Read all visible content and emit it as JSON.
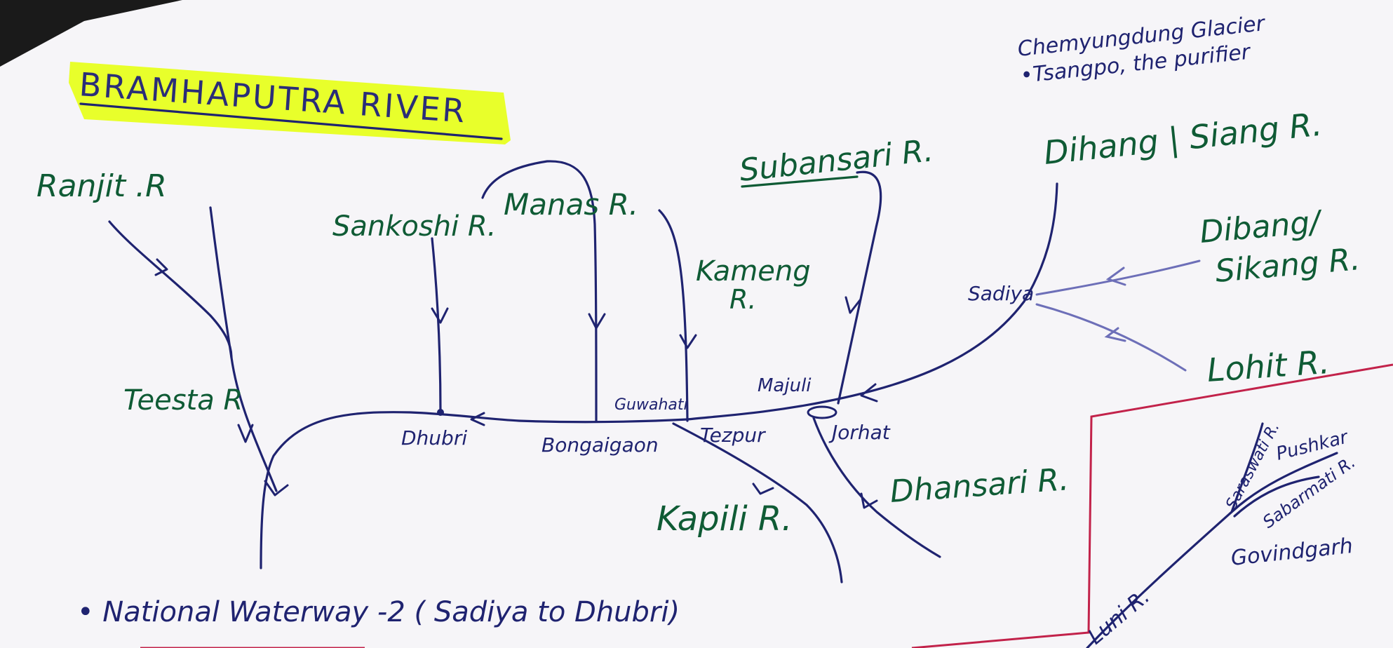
{
  "title": "BRAMHAPUTRA RIVER",
  "source_note": {
    "line1": "Chemyungdung Glacier",
    "line2": "•Tsangpo, the purifier"
  },
  "tributaries": {
    "ranjit": "Ranjit .R",
    "teesta": "Teesta R",
    "sankoshi": "Sankoshi R.",
    "manas": "Manas R.",
    "kameng_1": "Kameng",
    "kameng_2": "R.",
    "subansari": "Subansari R.",
    "dihang": "Dihang | Siang R.",
    "dibang_1": "Dibang/",
    "dibang_2": "Sikang R.",
    "lohit": "Lohit R.",
    "dhansari": "Dhansari R.",
    "kapili": "Kapili R."
  },
  "places": {
    "sadiya": "Sadiya",
    "majuli": "Majuli",
    "jorhat": "Jorhat",
    "tezpur": "Tezpur",
    "guwahati": "Guwahati",
    "bongaigaon": "Bongaigaon",
    "dhubri": "Dhubri"
  },
  "inset": {
    "saraswati": "Saraswati R.",
    "pushkar": "Pushkar",
    "sabarmati": "Sabarmati R.",
    "govindgarh": "Govindgarh",
    "luni": "Luni R."
  },
  "footer_note": "• National Waterway -2 ( Sadiya to Dhubri)",
  "colors": {
    "river": "#1f2370",
    "label_green": "#0f5b35",
    "highlight": "#e8ff2b",
    "red_line": "#c2224a"
  }
}
